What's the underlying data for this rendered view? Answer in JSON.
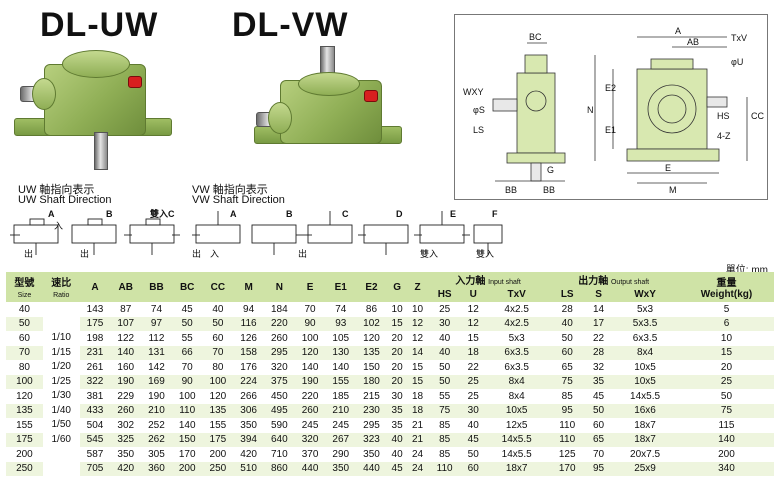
{
  "titles": {
    "uw": "DL-UW",
    "vw": "DL-VW"
  },
  "directions": {
    "uw_cn": "UW 軸指向表示",
    "uw_en": "UW  Shaft Direction",
    "vw_cn": "VW 軸指向表示",
    "vw_en": "VW  Shaft Direction",
    "letters": [
      "A",
      "B",
      "C",
      "A",
      "B",
      "C",
      "D",
      "E",
      "F"
    ],
    "in_label": "入",
    "out_label": "出",
    "both_in": "雙入",
    "both_in_c": "雙入C"
  },
  "drawing_labels": {
    "bc": "BC",
    "a": "A",
    "ab": "AB",
    "txv": "TxV",
    "wxy": "WXY",
    "phi_s": "φS",
    "ls": "LS",
    "n": "N",
    "e": "E",
    "e1": "E1",
    "e2": "E2",
    "hs": "HS",
    "cc": "CC",
    "z": "4-Z",
    "g": "G",
    "bb": "BB",
    "e_bottom": "E",
    "m": "M",
    "phi_u": "φU"
  },
  "unit": "單位: mm",
  "table": {
    "headers": {
      "model": "型號",
      "model_en": "Size",
      "ratio": "速比",
      "ratio_en": "Ratio",
      "cols": [
        "A",
        "AB",
        "BB",
        "BC",
        "CC",
        "M",
        "N",
        "E",
        "E1",
        "E2",
        "G",
        "Z"
      ],
      "input_shaft": "入力軸",
      "input_shaft_en": "Input shaft",
      "output_shaft": "出力軸",
      "output_shaft_en": "Output shaft",
      "input_cols": [
        "HS",
        "U",
        "TxV"
      ],
      "output_cols": [
        "LS",
        "S",
        "WxY"
      ],
      "weight": "重量",
      "weight_en": "Weight(kg)"
    },
    "ratios": [
      "1/10",
      "1/15",
      "1/20",
      "1/25",
      "1/30",
      "1/40",
      "1/50",
      "1/60"
    ],
    "rows": [
      [
        "40",
        "143",
        "87",
        "74",
        "45",
        "40",
        "94",
        "184",
        "70",
        "74",
        "86",
        "10",
        "10",
        "25",
        "12",
        "4x2.5",
        "28",
        "14",
        "5x3",
        "5"
      ],
      [
        "50",
        "175",
        "107",
        "97",
        "50",
        "50",
        "116",
        "220",
        "90",
        "93",
        "102",
        "15",
        "12",
        "30",
        "12",
        "4x2.5",
        "40",
        "17",
        "5x3.5",
        "6"
      ],
      [
        "60",
        "198",
        "122",
        "112",
        "55",
        "60",
        "126",
        "260",
        "100",
        "105",
        "120",
        "20",
        "12",
        "40",
        "15",
        "5x3",
        "50",
        "22",
        "6x3.5",
        "10"
      ],
      [
        "70",
        "231",
        "140",
        "131",
        "66",
        "70",
        "158",
        "295",
        "120",
        "130",
        "135",
        "20",
        "14",
        "40",
        "18",
        "6x3.5",
        "60",
        "28",
        "8x4",
        "15"
      ],
      [
        "80",
        "261",
        "160",
        "142",
        "70",
        "80",
        "176",
        "320",
        "140",
        "140",
        "150",
        "20",
        "15",
        "50",
        "22",
        "6x3.5",
        "65",
        "32",
        "10x5",
        "20"
      ],
      [
        "100",
        "322",
        "190",
        "169",
        "90",
        "100",
        "224",
        "375",
        "190",
        "155",
        "180",
        "20",
        "15",
        "50",
        "25",
        "8x4",
        "75",
        "35",
        "10x5",
        "25"
      ],
      [
        "120",
        "381",
        "229",
        "190",
        "100",
        "120",
        "266",
        "450",
        "220",
        "185",
        "215",
        "30",
        "18",
        "55",
        "25",
        "8x4",
        "85",
        "45",
        "14x5.5",
        "50"
      ],
      [
        "135",
        "433",
        "260",
        "210",
        "110",
        "135",
        "306",
        "495",
        "260",
        "210",
        "230",
        "35",
        "18",
        "75",
        "30",
        "10x5",
        "95",
        "50",
        "16x6",
        "75"
      ],
      [
        "155",
        "504",
        "302",
        "252",
        "140",
        "155",
        "350",
        "590",
        "245",
        "245",
        "295",
        "35",
        "21",
        "85",
        "40",
        "12x5",
        "110",
        "60",
        "18x7",
        "115"
      ],
      [
        "175",
        "545",
        "325",
        "262",
        "150",
        "175",
        "394",
        "640",
        "320",
        "267",
        "323",
        "40",
        "21",
        "85",
        "45",
        "14x5.5",
        "110",
        "65",
        "18x7",
        "140"
      ],
      [
        "200",
        "587",
        "350",
        "305",
        "170",
        "200",
        "420",
        "710",
        "370",
        "290",
        "350",
        "40",
        "24",
        "85",
        "50",
        "14x5.5",
        "125",
        "70",
        "20x7.5",
        "200"
      ],
      [
        "250",
        "705",
        "420",
        "360",
        "200",
        "250",
        "510",
        "860",
        "440",
        "350",
        "440",
        "45",
        "24",
        "110",
        "60",
        "18x7",
        "170",
        "95",
        "25x9",
        "340"
      ]
    ]
  }
}
